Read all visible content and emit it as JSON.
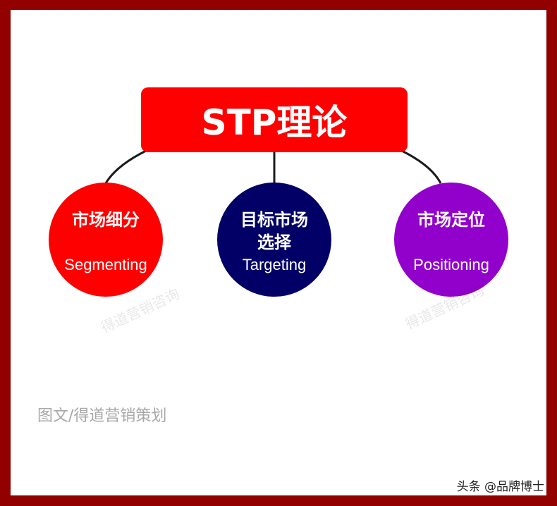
{
  "title": "STP理论",
  "nodes": [
    {
      "cn": "市场细分",
      "en": "Segmenting",
      "color": "#fe0000"
    },
    {
      "cn": "目标市场选择",
      "cn_line1": "目标市场",
      "cn_line2": "选择",
      "en": "Targeting",
      "color": "#020066"
    },
    {
      "cn": "市场定位",
      "en": "Positioning",
      "color": "#9200cc"
    }
  ],
  "watermark": "得道营销咨询",
  "credit": "图文/得道营销策划",
  "source": "头条 @品牌博士",
  "colors": {
    "frame": "#930000",
    "connector": "#1a1a1a"
  }
}
